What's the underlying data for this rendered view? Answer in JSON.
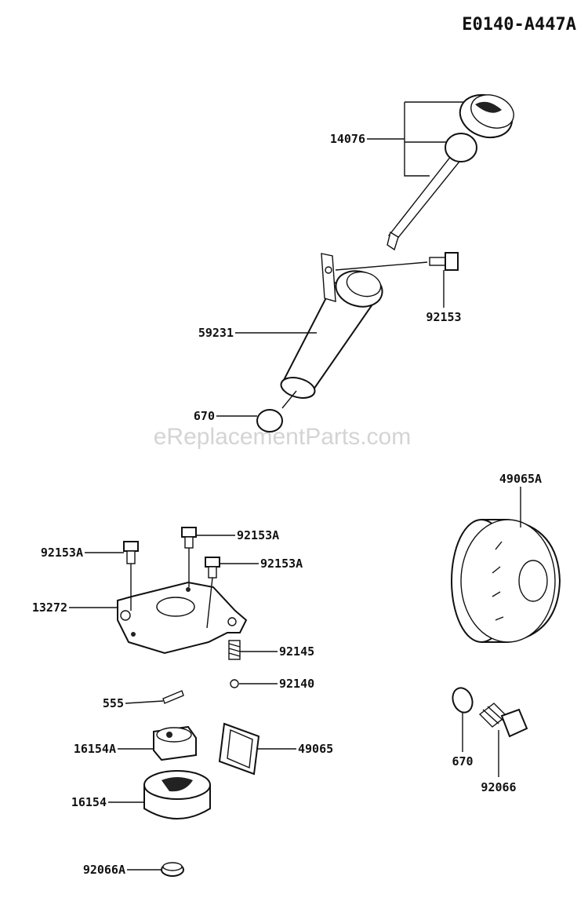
{
  "diagram_id": "E0140-A447A",
  "watermark": "eReplacementParts.com",
  "parts": {
    "p14076": "14076",
    "p92153_top": "92153",
    "p59231": "59231",
    "p670_top": "670",
    "p49065A": "49065A",
    "p92153A_a": "92153A",
    "p92153A_b": "92153A",
    "p92153A_c": "92153A",
    "p13272": "13272",
    "p92145": "92145",
    "p92140": "92140",
    "p555": "555",
    "p16154A": "16154A",
    "p49065": "49065",
    "p16154": "16154",
    "p670_bottom": "670",
    "p92066": "92066",
    "p92066A": "92066A"
  }
}
